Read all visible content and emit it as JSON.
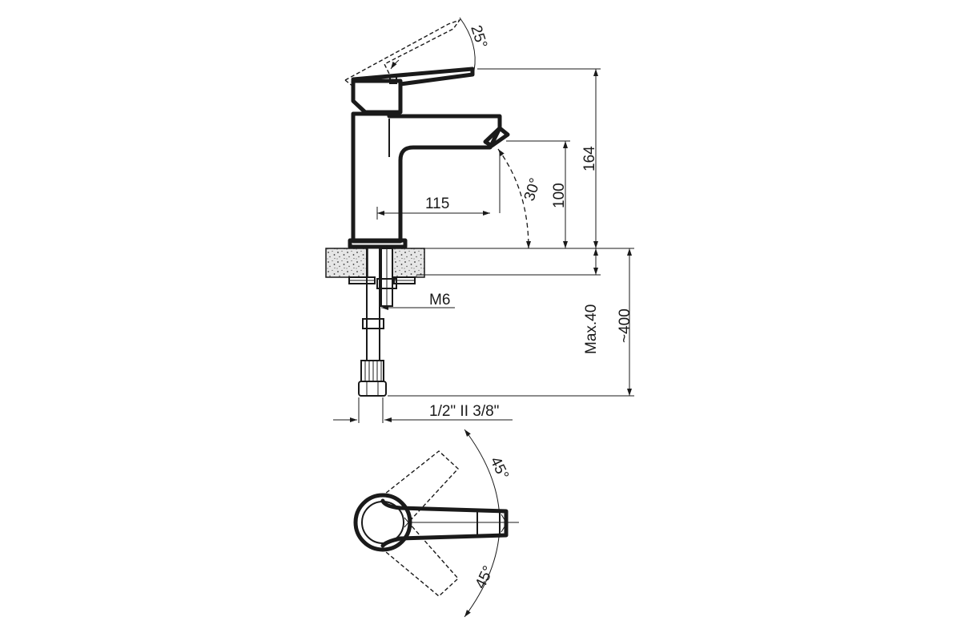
{
  "side_view": {
    "dimensions": {
      "lever_angle": "25°",
      "spout_angle": "30°",
      "spout_reach": "115",
      "spout_height": "100",
      "total_height": "164",
      "thread": "M6",
      "max_thickness": "Max.40",
      "hose_length": "~400",
      "connection": "1/2\" II 3/8\""
    }
  },
  "top_view": {
    "dimensions": {
      "rotation_left": "45°",
      "rotation_right": "45°"
    }
  },
  "colors": {
    "line": "#1a1a1a",
    "background": "#ffffff"
  }
}
